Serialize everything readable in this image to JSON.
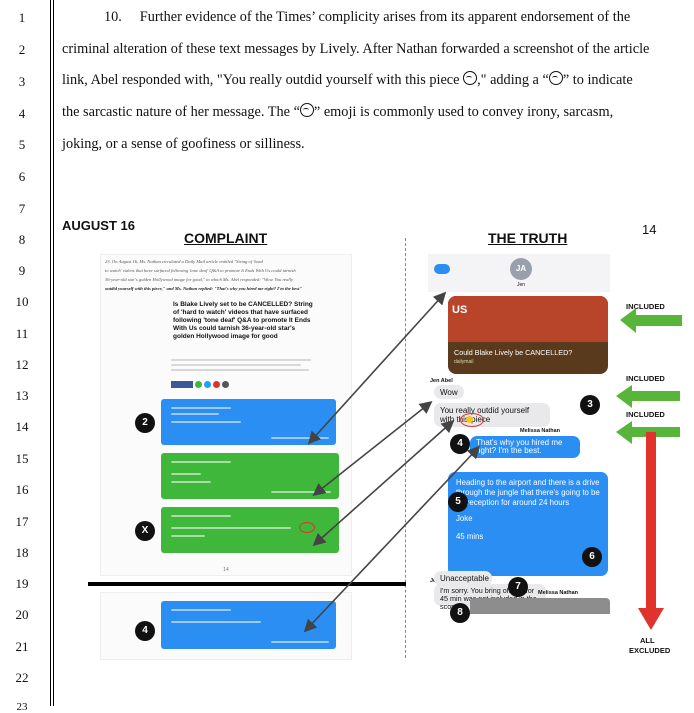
{
  "line_numbers": [
    "1",
    "2",
    "3",
    "4",
    "5",
    "6",
    "7",
    "8",
    "9",
    "10",
    "11",
    "12",
    "13",
    "14",
    "15",
    "16",
    "17",
    "18",
    "19",
    "20",
    "21",
    "22",
    "23"
  ],
  "paragraph": {
    "number": "10.",
    "line1": "Further evidence of the Times’ complicity arises from its apparent endorsement of the",
    "line2": "criminal alteration of these text messages by Lively. After Nathan forwarded a screenshot of the article",
    "line3a": "link, Abel responded with, \"You really outdid yourself with this piece ",
    "line3b": ",\" adding a “",
    "line3c": "” to indicate",
    "line4a": "the sarcastic nature of her message. The “",
    "line4b": "” emoji is commonly used to convey irony, sarcasm,",
    "line5": "joking, or a sense of goofiness or silliness.",
    "emoji_name": "upside-down-face-icon"
  },
  "exhibit": {
    "date_heading": "AUGUST 16",
    "page_number": "14",
    "left_heading": "COMPLAINT",
    "right_heading": "THE TRUTH",
    "complaint": {
      "para_line1": "23.   On August 16, Ms. Nathan circulated a Daily Mail article entitled \"String of 'hard",
      "para_line2": "to watch' videos that have surfaced following 'tone deaf' Q&A to promote It Ends With Us could tarnish",
      "para_line3": "36-year-old star's golden Hollywood image for good,\" to which Ms. Abel responded: \"Wow. You really",
      "para_line4": "outdid yourself with this piece,\" and Ms. Nathan replied: \"That's why you hired me right? I'm the best\"",
      "article_title": "Is Blake Lively set to be CANCELLED? String of 'hard to watch' videos that have surfaced following 'tone deaf' Q&A to promote It Ends With Us could tarnish 36-year-old star's golden Hollywood image for good",
      "page_footer": "14",
      "badges": [
        "2",
        "X",
        "4"
      ]
    },
    "truth": {
      "avatar_initials": "JA",
      "contact_name": "Jen",
      "article_preview": "Could Blake Lively be CANCELLED?",
      "article_source": "dailymail",
      "sender1": "Jen Abel",
      "msg_wow": "Wow",
      "msg_outdid": "You really outdid yourself with this piece",
      "sender2": "Melissa Nathan",
      "msg_hired": "That's why you hired me right? I'm the best.",
      "msg_airport": "Heading to the airport and there is a drive through the jungle that there's going to be no reception for around 24 hours",
      "msg_joke": "Joke",
      "msg_45": "45 mins",
      "sender3": "Jen Abel",
      "msg_sorry": "I'm sorry. You bring off line for 45 min was not included in the scope",
      "msg_unacceptable": "Unacceptable",
      "sender4": "Melissa Nathan",
      "badges": [
        "3",
        "4",
        "5",
        "6",
        "7",
        "8"
      ]
    },
    "annotations": {
      "included_1": "INCLUDED",
      "included_2": "INCLUDED",
      "included_3": "INCLUDED",
      "all_excluded_1": "ALL",
      "all_excluded_2": "EXCLUDED"
    },
    "colors": {
      "imessage_blue": "#2b8ef3",
      "complaint_green": "#3fb73a",
      "arrow_green": "#57b53a",
      "arrow_red": "#e0332b",
      "connector_arrow": "#444444"
    }
  }
}
